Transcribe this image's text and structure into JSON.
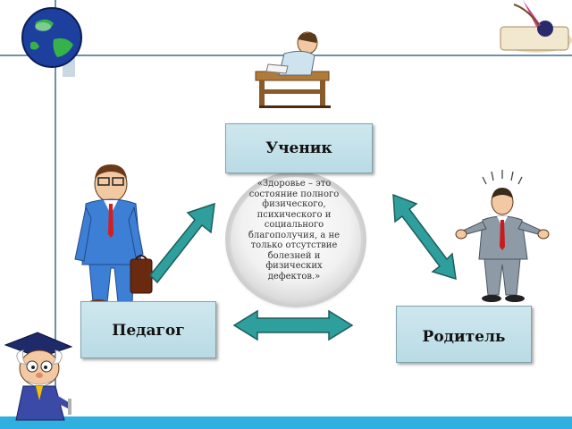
{
  "diagram": {
    "student_label": "Ученик",
    "teacher_label": "Педагог",
    "parent_label": "Родитель",
    "quote": "«Здоровье – это состояние полного физического, психического и социального благополучия, а не только отсутствие болезней и физических дефектов.»"
  },
  "colors": {
    "arrow_fill": "#2e9f9c",
    "arrow_stroke": "#1d5e5c",
    "box_fill": "#c4e2ea",
    "accent_bar": "#2fb0e0"
  },
  "icons": {
    "globe": "globe-icon",
    "writing_student": "student-at-desk-icon",
    "teacher": "teacher-figure-icon",
    "parent": "parent-figure-icon",
    "professor": "professor-mascot-icon",
    "quill": "quill-inkwell-icon"
  }
}
